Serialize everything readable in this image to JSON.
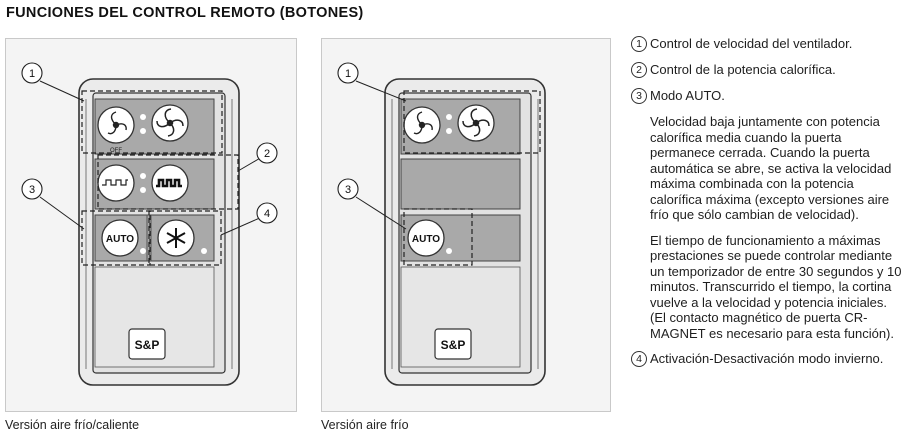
{
  "title": "FUNCIONES DEL CONTROL REMOTO (BOTONES)",
  "captions": {
    "left": "Versión aire frío/caliente",
    "right": "Versión aire frío"
  },
  "remote_labels": {
    "off": "OFF",
    "auto": "AUTO",
    "logo": "S&P"
  },
  "callouts": [
    "1",
    "2",
    "3",
    "4"
  ],
  "functions": [
    {
      "num": "1",
      "text": "Control de velocidad del ventilador."
    },
    {
      "num": "2",
      "text": "Control de la potencia calorífica."
    },
    {
      "num": "3",
      "text": "Modo AUTO."
    }
  ],
  "paragraphs": [
    "Velocidad baja juntamente con potencia calorífica media cuando la puerta permanece cerrada. Cuando la puerta automática se abre, se activa la velocidad máxima combinada con la potencia calorífica máxima (excepto versiones aire frío que sólo cambian de velocidad).",
    "El tiempo de funcionamiento a máximas prestaciones se puede controlar mediante un temporizador de entre 30 segundos y 10 minutos. Transcurrido el tiempo, la cortina vuelve a la velocidad y potencia iniciales. (El contacto magnético de puerta CR-MAGNET es necesario para esta función)."
  ],
  "function4": {
    "num": "4",
    "text": "Activación-Desactivación modo invierno."
  },
  "icons": [
    "fan-low-icon",
    "fan-high-icon",
    "heat-low-icon",
    "heat-high-icon",
    "snowflake-icon",
    "sp-logo-icon"
  ]
}
